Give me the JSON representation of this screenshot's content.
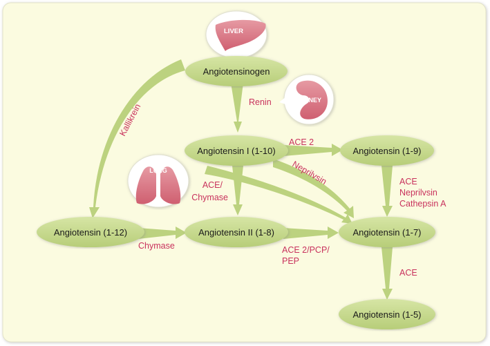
{
  "colors": {
    "background": "#fbfbe0",
    "node_fill": "#c5d88f",
    "arrow_fill": "#bcd27f",
    "enzyme_text": "#c8315c",
    "node_text": "#1a1a1a",
    "organ_fill": "#d9707e",
    "organ_label": "#ffffff"
  },
  "organs": {
    "liver": "LIVER",
    "kidney": "KIDNEY",
    "lung": "LUNG"
  },
  "nodes": {
    "angiotensinogen": "Angiotensinogen",
    "ang_1_10": "Angiotensin I (1-10)",
    "ang_1_9": "Angiotensin (1-9)",
    "ang_1_12": "Angiotensin (1-12)",
    "ang_1_8": "Angiotensin II (1-8)",
    "ang_1_7": "Angiotensin (1-7)",
    "ang_1_5": "Angiotensin (1-5)"
  },
  "enzymes": {
    "kallikrein": "Kallikrein",
    "renin": "Renin",
    "ace2_top": "ACE 2",
    "neprilysin_diag": "Neprilvsin",
    "ace_chymase": [
      "ACE/",
      "Chymase"
    ],
    "ace_neprilysin_cathepsin": [
      "ACE",
      "Neprilvsin",
      "Cathepsin A"
    ],
    "chymase": "Chymase",
    "ace2_pcp_pep": [
      "ACE 2/PCP/",
      "PEP"
    ],
    "ace_bottom": "ACE"
  }
}
